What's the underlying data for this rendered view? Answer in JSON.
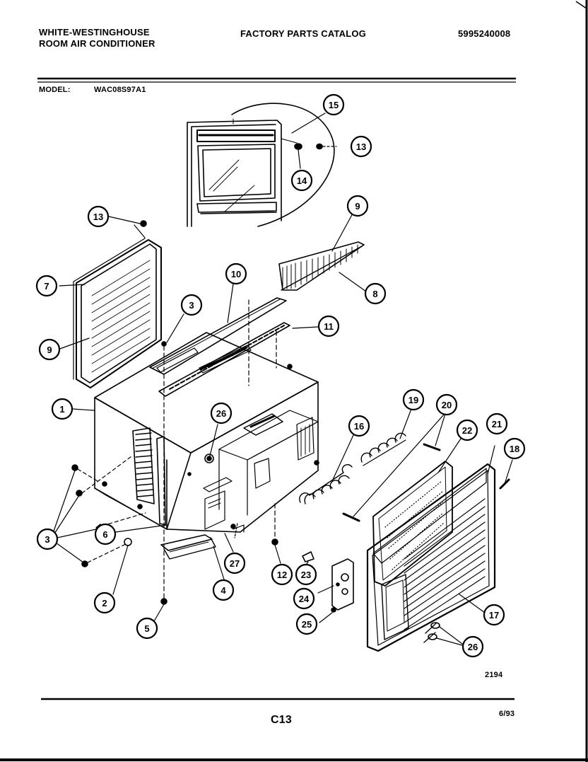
{
  "header": {
    "brand_line1": "WHITE-WESTINGHOUSE",
    "brand_line2": "ROOM AIR CONDITIONER",
    "catalog_title": "FACTORY PARTS CATALOG",
    "catalog_number": "5995240008",
    "model_label": "MODEL:",
    "model_number": "WAC08S97A1"
  },
  "callouts": [
    "15",
    "13",
    "14",
    "13",
    "9",
    "7",
    "9",
    "10",
    "3",
    "11",
    "8",
    "1",
    "26",
    "16",
    "19",
    "20",
    "22",
    "21",
    "18",
    "3",
    "6",
    "2",
    "5",
    "4",
    "27",
    "12",
    "23",
    "24",
    "25",
    "17",
    "26"
  ],
  "drawing_code": "2194",
  "footer": {
    "page": "C13",
    "date": "6/93"
  }
}
